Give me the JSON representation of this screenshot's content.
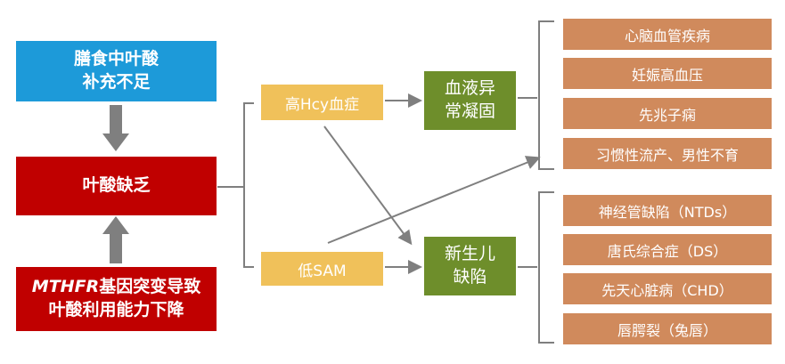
{
  "cause_diet": [
    "膳食中叶酸",
    "补充不足"
  ],
  "folate_deficiency": "叶酸缺乏",
  "cause_gene": {
    "gene": "MTHFR",
    "line1_rest": "基因突变导致",
    "line2": "叶酸利用能力下降"
  },
  "mediators": [
    "高Hcy血症",
    "低SAM"
  ],
  "outcomes": [
    [
      "血液异",
      "常凝固"
    ],
    [
      "新生儿",
      "缺陷"
    ]
  ],
  "coag_diseases": [
    "心脑血管疾病",
    "妊娠高血压",
    "先兆子痫",
    "习惯性流产、男性不育"
  ],
  "birth_defects": [
    "神经管缺陷（NTDs）",
    "唐氏综合症（DS）",
    "先天心脏病（CHD）",
    "唇腭裂（兔唇）"
  ],
  "colors": {
    "blue": "#1d9ad9",
    "red": "#c00000",
    "gold": "#f0c15a",
    "green": "#6e8e2b",
    "orange": "#d08a5c",
    "arrow": "#7f7f7f"
  }
}
